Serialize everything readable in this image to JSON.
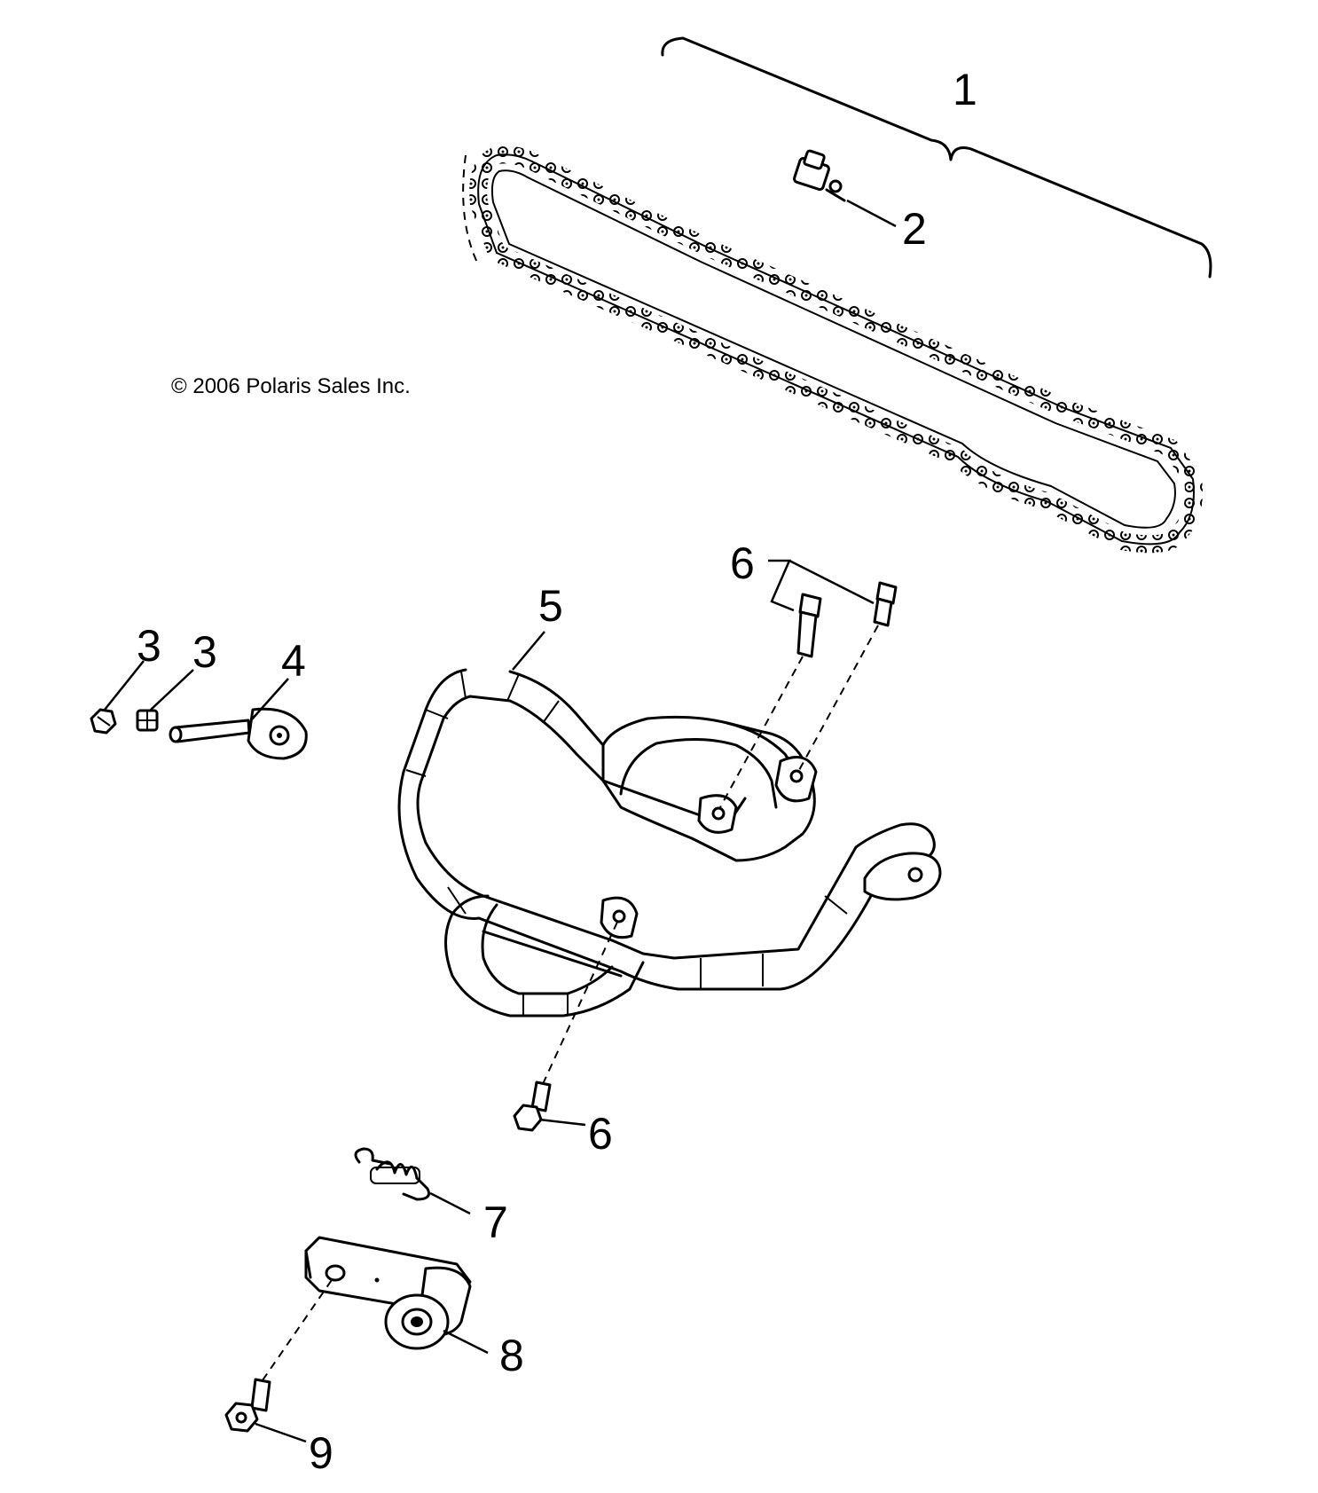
{
  "copyright": "© 2006 Polaris Sales Inc.",
  "callouts": {
    "c1": "1",
    "c2": "2",
    "c3a": "3",
    "c3b": "3",
    "c4": "4",
    "c5": "5",
    "c6_top": "6",
    "c6_bottom": "6",
    "c7": "7",
    "c8": "8",
    "c9": "9"
  }
}
